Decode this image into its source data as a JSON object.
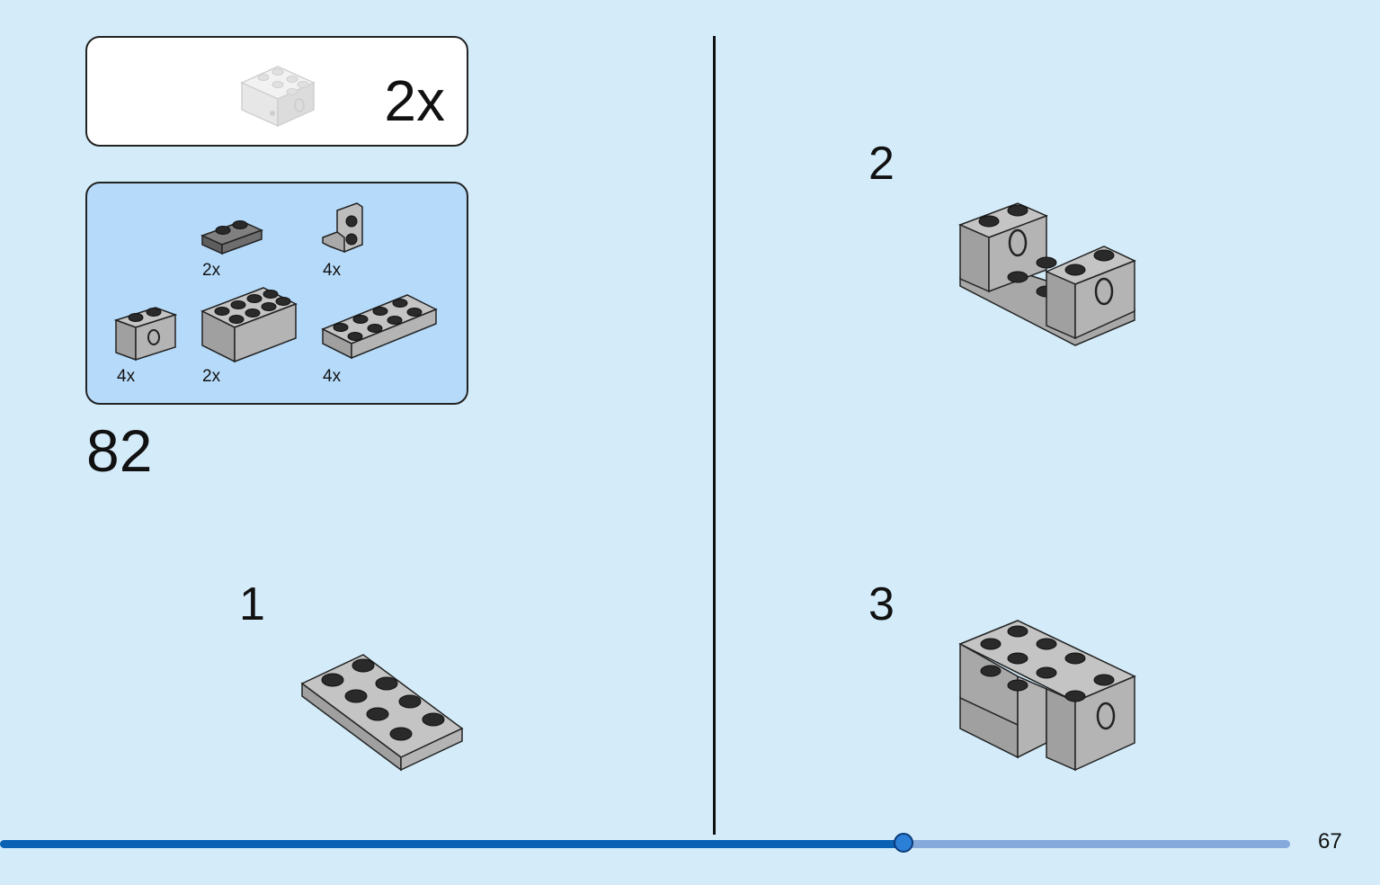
{
  "submodel": {
    "quantity": "2x"
  },
  "parts_list": [
    {
      "quantity": "2x",
      "part": "plate-1x2-dark-gray"
    },
    {
      "quantity": "4x",
      "part": "bracket-1x1-light-gray"
    },
    {
      "quantity": "4x",
      "part": "technic-brick-1x2-light-gray"
    },
    {
      "quantity": "2x",
      "part": "brick-2x4-light-gray"
    },
    {
      "quantity": "4x",
      "part": "plate-2x4-light-gray"
    }
  ],
  "page_step": "82",
  "steps": [
    {
      "number": "1"
    },
    {
      "number": "2"
    },
    {
      "number": "3"
    }
  ],
  "progress": {
    "fraction": 0.7
  },
  "page_number": "67",
  "colors": {
    "background": "#d4ecfa",
    "parts_panel": "#b6dbfa",
    "brick_light_gray": "#a8a8a8",
    "brick_dark_gray": "#6e6e6e",
    "progress_fill": "#0b62b4",
    "progress_track": "#86a9dc"
  }
}
